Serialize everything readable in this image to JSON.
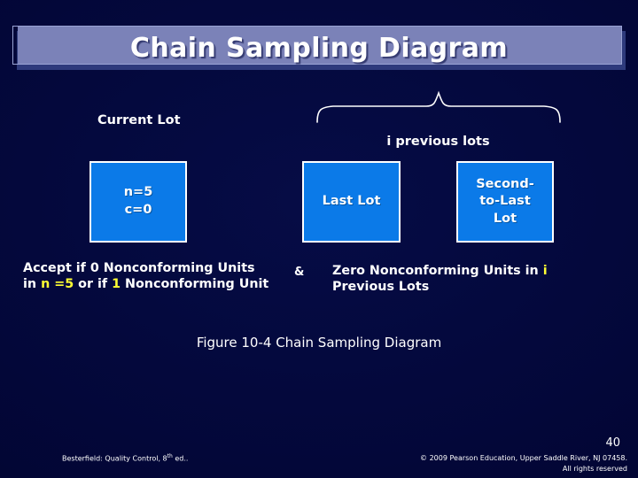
{
  "slide": {
    "title": "Chain Sampling Diagram",
    "background_color": "#020535",
    "accent_color": "#0b7ae8",
    "highlight_color": "#ffff33",
    "title_plate_color": "#7b82b8"
  },
  "diagram": {
    "current_lot_label": "Current Lot",
    "previous_lots_label": "i previous lots",
    "brace_icon": "curly-brace-up",
    "boxes": [
      {
        "name": "current-lot",
        "line1": "n=5",
        "line2": "c=0"
      },
      {
        "name": "last-lot",
        "line1": "Last Lot",
        "line2": ""
      },
      {
        "name": "second-to-last-lot",
        "line1": "Second-",
        "line2": "to-Last",
        "line3": "Lot"
      }
    ],
    "accept_rule": {
      "line1_prefix": "Accept if 0 Nonconforming Units",
      "line2_a": "in ",
      "line2_highlight_1": "n =5",
      "line2_b": " or if ",
      "line2_highlight_2": "1",
      "line2_c": " Nonconforming Unit"
    },
    "conjunction": "&",
    "zero_rule": {
      "line1_a": "Zero Nonconforming Units in ",
      "line1_highlight": "i",
      "line2": "Previous Lots"
    }
  },
  "caption": "Figure 10-4 Chain Sampling Diagram",
  "footer": {
    "page_number": "40",
    "source_prefix": "Besterfield: Quality Control, 8",
    "source_sup": "th",
    "source_suffix": " ed..",
    "copyright_line1": "© 2009 Pearson Education, Upper Saddle River, NJ 07458.",
    "copyright_line2": "All rights reserved"
  }
}
